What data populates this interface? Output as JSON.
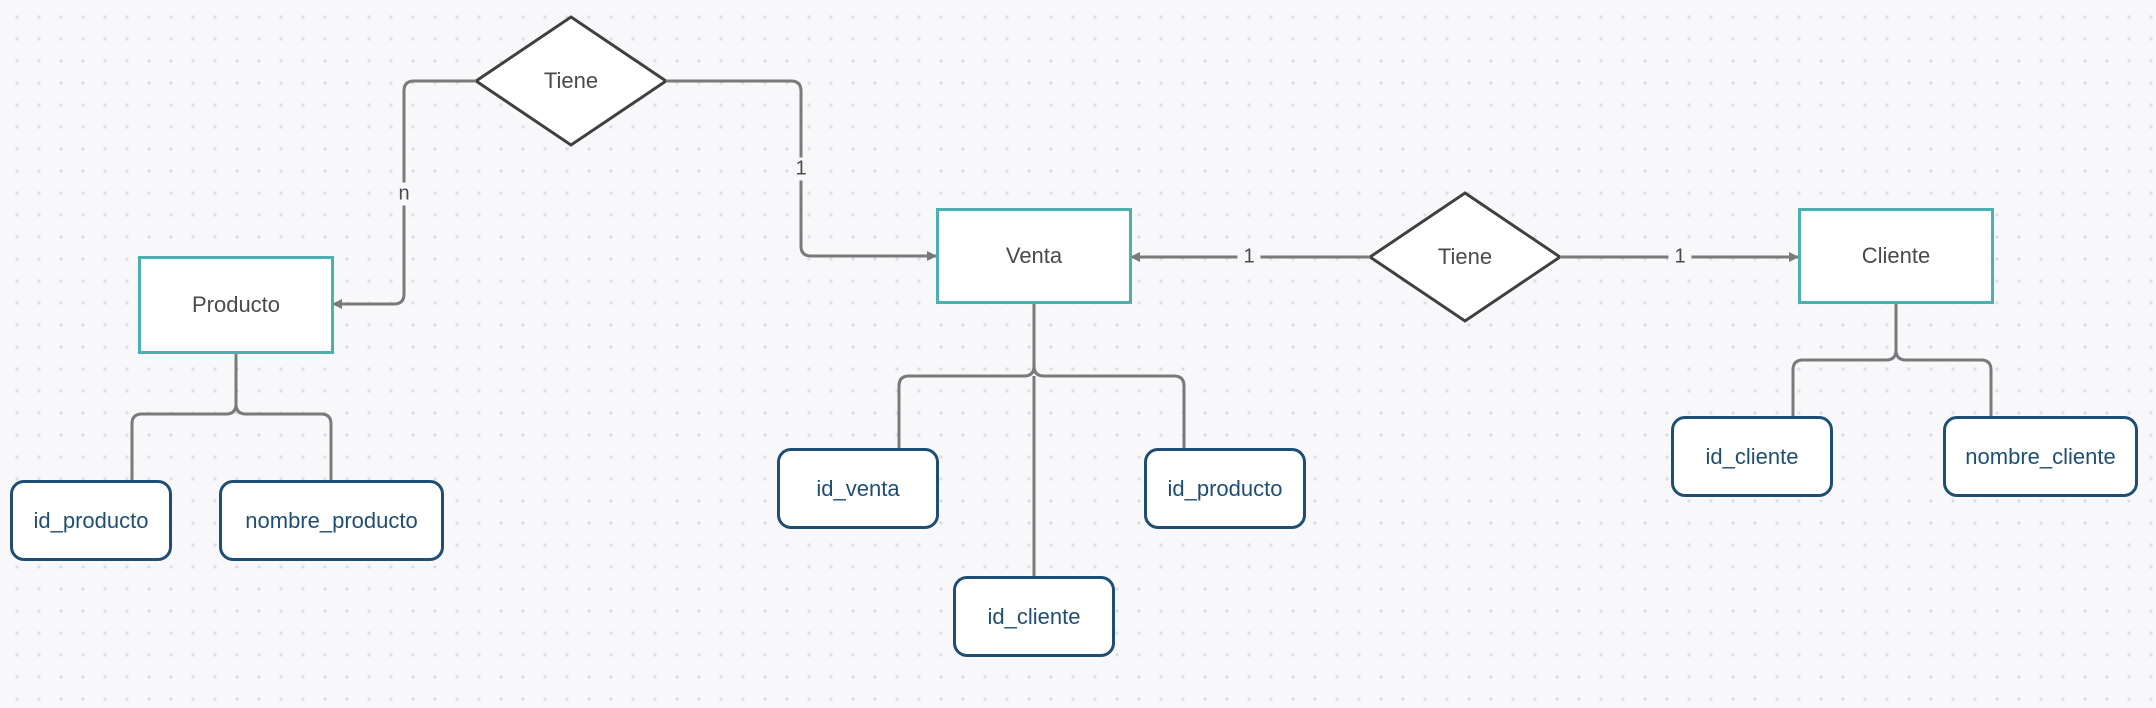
{
  "entities": {
    "producto": "Producto",
    "venta": "Venta",
    "cliente": "Cliente"
  },
  "relationships": {
    "producto_venta": "Tiene",
    "venta_cliente": "Tiene"
  },
  "attributes": {
    "producto": [
      "id_producto",
      "nombre_producto"
    ],
    "venta": [
      "id_venta",
      "id_cliente",
      "id_producto"
    ],
    "cliente": [
      "id_cliente",
      "nombre_cliente"
    ]
  },
  "cardinalities": {
    "tiene_producto": "n",
    "tiene_venta_top": "1",
    "venta_tiene": "1",
    "tiene_cliente": "1"
  },
  "colors": {
    "entity_border": "#4ab0b0",
    "attribute_border": "#1f4e74",
    "connector": "#7a7a7a",
    "relationship_border": "#404040"
  }
}
